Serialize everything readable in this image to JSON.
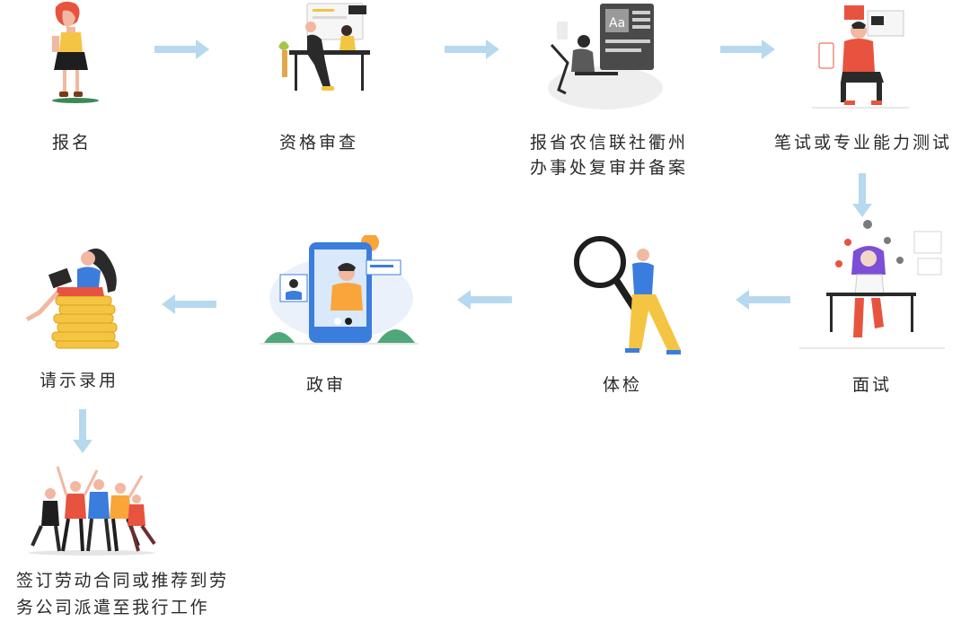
{
  "colors": {
    "arrow": "#b6d9ef",
    "accent_orange": "#f9a53a",
    "accent_red": "#e8533f",
    "accent_blue": "#3b7ddd",
    "dark": "#2a2a2a"
  },
  "steps": [
    {
      "label": "报名",
      "icon": "registration-woman-icon"
    },
    {
      "label": "资格审查",
      "icon": "desk-workers-icon"
    },
    {
      "lines": [
        "报省农信联社衢州",
        "办事处复审并备案"
      ],
      "icon": "designer-computer-icon"
    },
    {
      "label": "笔试或专业能力测试",
      "icon": "thinking-man-icon"
    },
    {
      "label": "面试",
      "icon": "juggling-woman-icon"
    },
    {
      "label": "体检",
      "icon": "magnifier-man-icon"
    },
    {
      "label": "政审",
      "icon": "video-call-phone-icon"
    },
    {
      "label": "请示录用",
      "icon": "woman-on-coins-icon"
    },
    {
      "lines": [
        "签订劳动合同或推荐到劳",
        "务公司派遣至我行工作"
      ],
      "icon": "celebrating-group-icon"
    }
  ]
}
